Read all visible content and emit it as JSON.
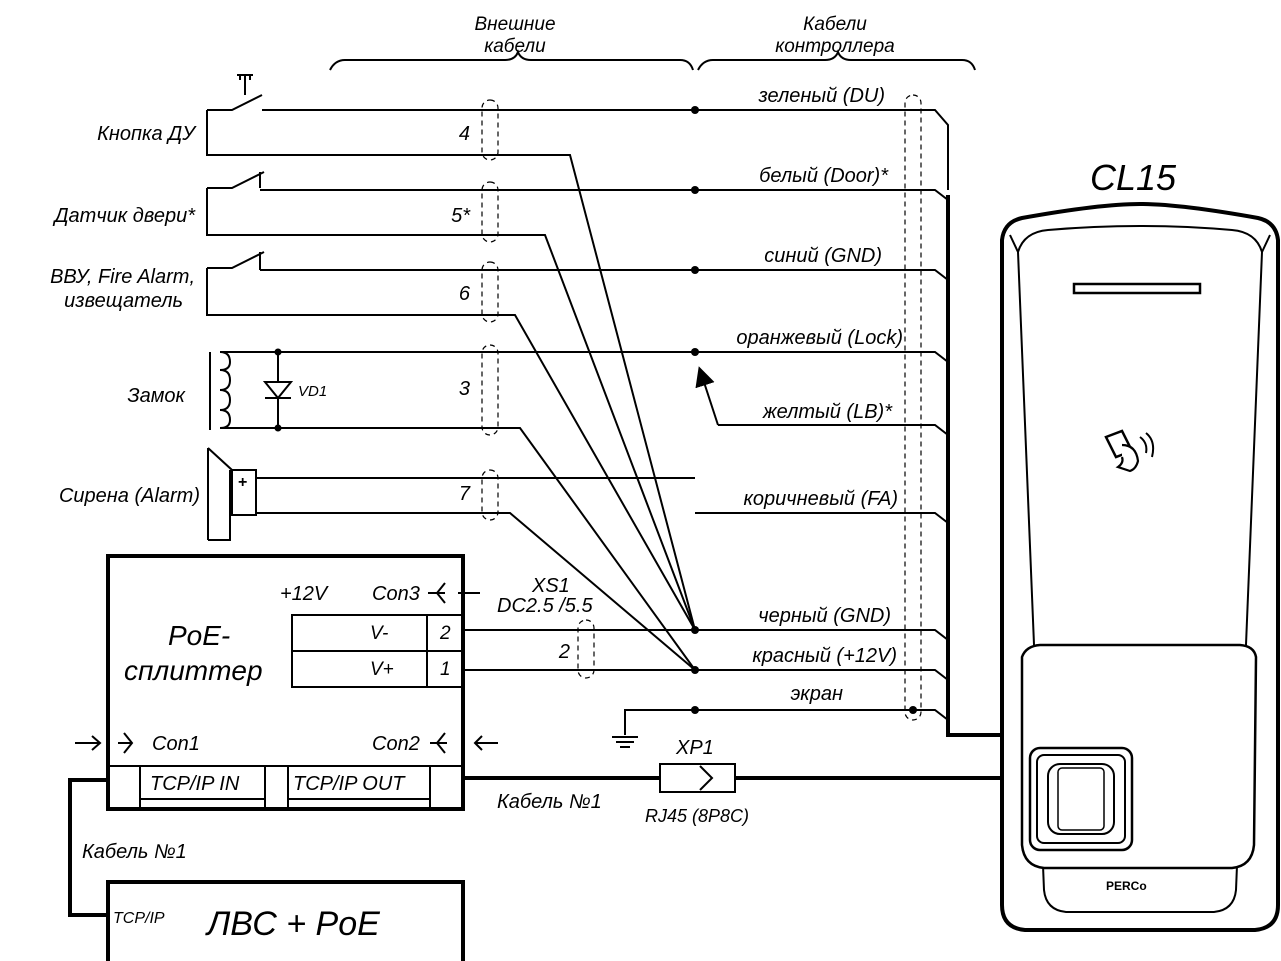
{
  "headers": {
    "external": "Внешние\nкабели",
    "controller": "Кабели\nконтроллера"
  },
  "device": {
    "title": "CL15",
    "logo": "PERCo"
  },
  "devices": {
    "button": "Кнопка ДУ",
    "door_sensor": "Датчик двери*",
    "alarm_in": "ВВУ, Fire Alarm,\nизвещатель",
    "lock": "Замок",
    "siren": "Сирена (Alarm)",
    "diode": "VD1"
  },
  "ext_numbers": [
    "4",
    "5*",
    "6",
    "3",
    "7",
    "2"
  ],
  "wires": [
    "зеленый (DU)",
    "белый (Door)*",
    "синий (GND)",
    "оранжевый (Lock)",
    "желтый (LB)*",
    "коричневый (FA)",
    "черный (GND)",
    "красный (+12V)",
    "экран"
  ],
  "poe": {
    "title": "PoE-\nсплиттер",
    "v12": "+12V",
    "con3": "Con3",
    "con1": "Con1",
    "con2": "Con2",
    "rows": [
      {
        "name": "V-",
        "pin": "2"
      },
      {
        "name": "V+",
        "pin": "1"
      }
    ],
    "tcp_in": "TCP/IP  IN",
    "tcp_out": "TCP/IP OUT"
  },
  "connector_xs1": {
    "name": "XS1",
    "spec": "DC2.5 /5.5"
  },
  "connector_xp1": {
    "name": "XP1",
    "spec": "RJ45 (8P8C)"
  },
  "cable1": "Кабель №1",
  "lan": {
    "port": "TCP/IP",
    "name": "ЛВС + PoE"
  }
}
